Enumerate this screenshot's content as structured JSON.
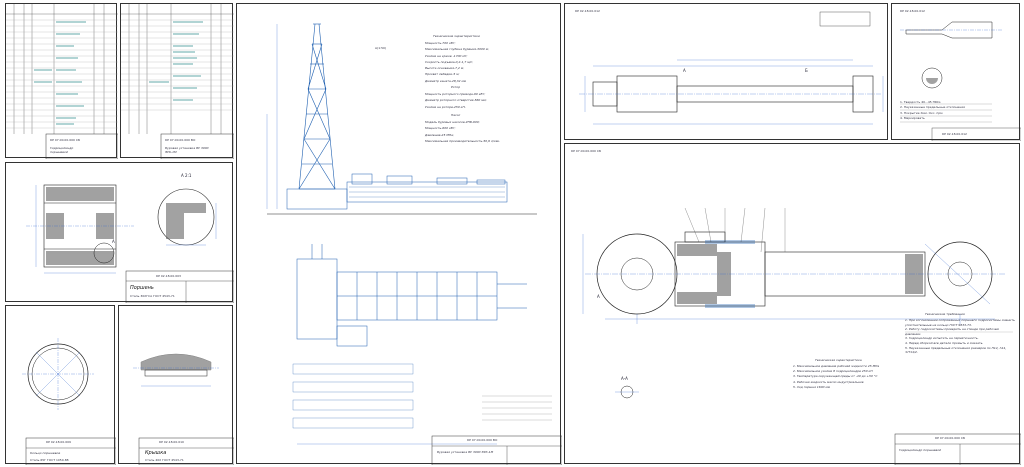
{
  "sheet_codes": {
    "spec1": "КР 07.00.00.000 СБ",
    "spec2": "КР 07.00.00.000 ВО",
    "rig": "КР 07.00.00.000 ВО",
    "shaft": "КР 02.18.00.012",
    "shaft_code_top": "КР 02.18.00.012",
    "small_part": "КР 02.18.00.012",
    "cylinder": "КР 07.00.00.000 СБ",
    "piston": "КР 02.18.00.003",
    "ring": "КР 02.18.00.009",
    "cover": "КР 02.18.00.010"
  },
  "spec1": {
    "title": "Гидроцилиндр поршневой"
  },
  "spec2": {
    "title": "Буровая установка БУ 3000 ЭУК-1М"
  },
  "piston": {
    "title": "Поршень",
    "material": "Сталь 30ХГСА ГОСТ 4543-71",
    "view": "А 2:1",
    "marker": "А"
  },
  "ring": {
    "title": "Кольцо поршневое",
    "material": "Сталь 65Г ГОСТ 1050-88"
  },
  "cover": {
    "title": "Крышка",
    "material": "Сталь 40Х ГОСТ 4543-71"
  },
  "rig": {
    "title": "Буровая установка БУ 3000 ЭУК-1М",
    "specs_heading": "Технические характеристики",
    "specs": [
      "Мощность-700 кВт;",
      "Максимальная глубина бурения-3000 м;",
      "Усилие на крюке -1700 кН;",
      "Скорость подъема-0,2-1,7 м/с;",
      "Высота основания-7,2 м;",
      "Просвет лебедки-5 м;",
      "Диаметр каната-28,32 мм"
    ],
    "sub_heading": "Ротор",
    "sub_specs": [
      "Мощность роторного привода-60 кВт;",
      "Диаметр роторного отверстия-560 мм;",
      "Усилие на роторе-250 кН."
    ],
    "pump_heading": "Насос",
    "pump_specs": [
      "Модель буровых насосов-УНБ-600;",
      "Мощность-600 кВт;",
      "Давление-25 МПа;",
      "Максимальная производительность-50,9 л/сек."
    ],
    "view_label": "А(1:50)"
  },
  "shaft": {
    "marker_a": "А",
    "marker_b": "Б"
  },
  "cylinder": {
    "title": "Гидроцилиндр поршневой",
    "section": "А-А",
    "marker": "А",
    "req_heading": "Технические требования",
    "requirements": [
      "1. При согласовании сопряженных поршнего гидросистемы сменить уплотнительные на кольцо ГОСТ 9833-73.",
      "2. Работу гидросистемы проверить на стенде при рабочем давлении.",
      "3. Гидроцилиндр испытать на герметичность.",
      "4. Перед сборкой все детали промыть и смазать.",
      "5. Неуказанные предельные отклонения размеров по H14, h14, ±IT14/2."
    ],
    "tech_heading": "Техническая характеристика",
    "tech": [
      "1. Максимальное давление рабочей жидкости 25 МПа",
      "2. Максимальное усилие 8 гидроцилиндре 250 кН",
      "3. Температура окружающей среды от -40 до +50 °С",
      "4. Рабочая жидкость масло индустриальное",
      "5. Ход поршня 1600 мм"
    ]
  },
  "small_part": {
    "notes": [
      "1. Твердость 40...45 HRCэ",
      "2. Неуказанные предельные отклонения",
      "3. Покрытие Хим. Окс. прм",
      "4. Маркировать"
    ]
  }
}
